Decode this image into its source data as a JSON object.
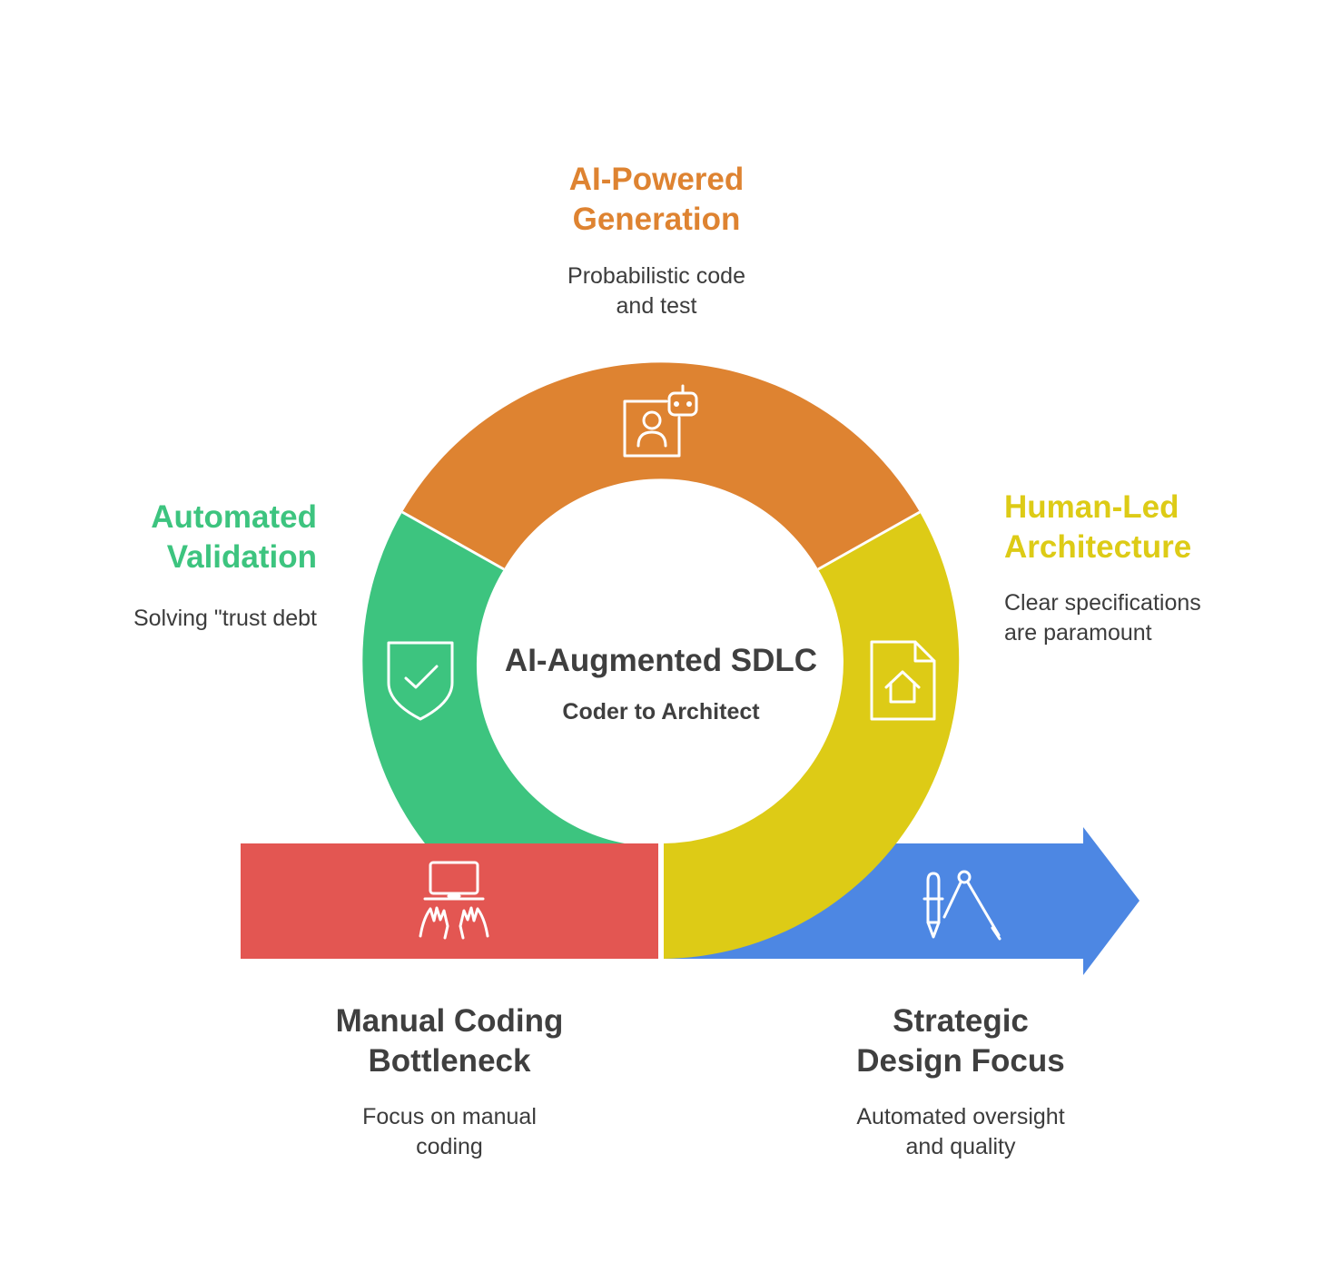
{
  "hub": {
    "title": "AI-Augmented SDLC",
    "subtitle": "Coder to Architect"
  },
  "stages": {
    "generation": {
      "title_line1": "AI-Powered",
      "title_line2": "Generation",
      "desc_line1": "Probabilistic code",
      "desc_line2": "and test",
      "icon": "robot-avatar-icon"
    },
    "architecture": {
      "title_line1": "Human-Led",
      "title_line2": "Architecture",
      "desc_line1": "Clear specifications",
      "desc_line2": "are paramount",
      "icon": "document-house-icon"
    },
    "validation": {
      "title_line1": "Automated",
      "title_line2": "Validation",
      "desc_line1": "Solving \"trust debt",
      "icon": "shield-check-icon"
    },
    "manual": {
      "title_line1": "Manual Coding",
      "title_line2": "Bottleneck",
      "desc_line1": "Focus on manual",
      "desc_line2": "coding",
      "icon": "laptop-typing-icon"
    },
    "strategic": {
      "title_line1": "Strategic",
      "title_line2": "Design Focus",
      "desc_line1": "Automated oversight",
      "desc_line2": "and quality",
      "icon": "pen-compass-icon"
    }
  },
  "colors": {
    "orange": "#DE8331",
    "yellow": "#DDCB16",
    "green": "#3DC47F",
    "red": "#E35652",
    "blue": "#4D87E3",
    "dark_text": "#3F3F3F"
  }
}
